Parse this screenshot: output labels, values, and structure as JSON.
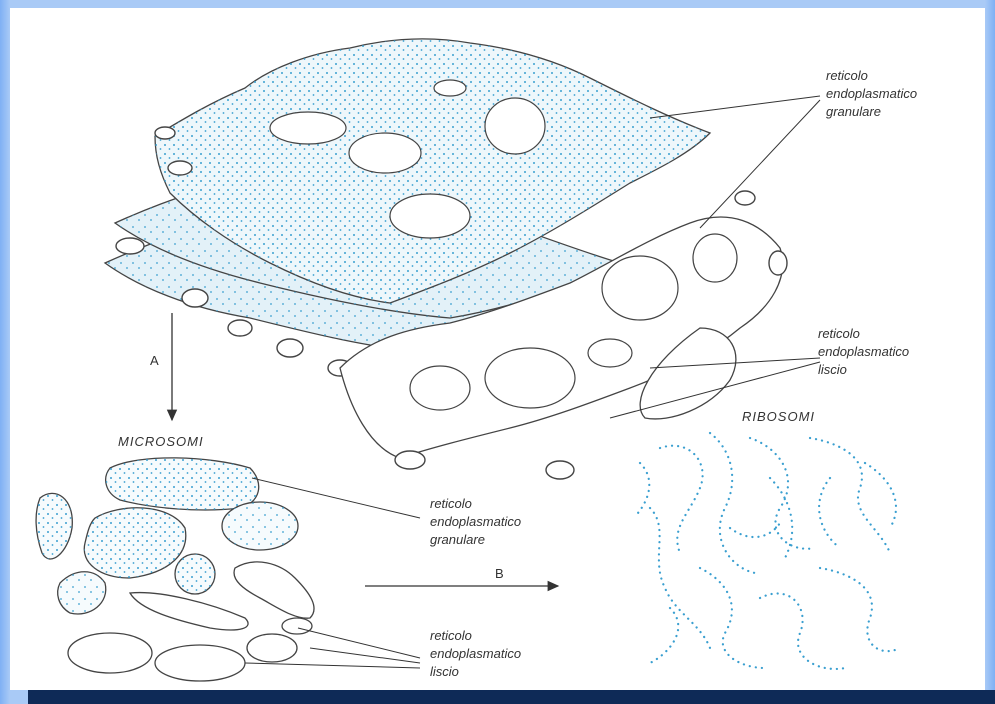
{
  "labels": {
    "rer_top_line1": "reticolo",
    "rer_top_line2": "endoplasmatico",
    "rer_top_line3": "granulare",
    "ser_mid_line1": "reticolo",
    "ser_mid_line2": "endoplasmatico",
    "ser_mid_line3": "liscio",
    "microsomi": "MICROSOMI",
    "rer_bottom_line1": "reticolo",
    "rer_bottom_line2": "endoplasmatico",
    "rer_bottom_line3": "granulare",
    "ser_bottom_line1": "reticolo",
    "ser_bottom_line2": "endoplasmatico",
    "ser_bottom_line3": "liscio",
    "ribosomi": "RIBOSOMI",
    "arrow_a": "A",
    "arrow_b": "B"
  },
  "colors": {
    "frame": "#a9caf6",
    "bar": "#0e2a57",
    "ink": "#333333",
    "ribosome_dots": "#3a9fd0"
  }
}
